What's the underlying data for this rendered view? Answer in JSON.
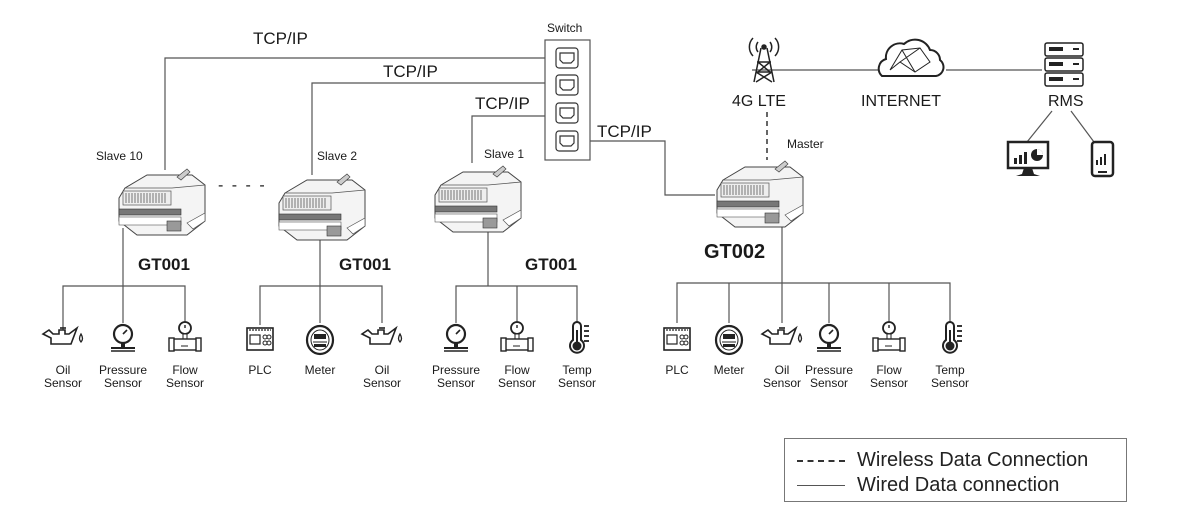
{
  "diagram": {
    "switch": {
      "label": "Switch",
      "ports": 4
    },
    "links": {
      "slave10_link": "TCP/IP",
      "slave2_link": "TCP/IP",
      "slave1_link": "TCP/IP",
      "master_link": "TCP/IP"
    },
    "ellipsis": "- - - -",
    "slaves": [
      {
        "name": "Slave 10",
        "model": "GT001",
        "sensors": [
          {
            "line1": "Oil",
            "line2": "Sensor",
            "icon": "oil-can-icon"
          },
          {
            "line1": "Pressure",
            "line2": "Sensor",
            "icon": "pressure-gauge-icon"
          },
          {
            "line1": "Flow",
            "line2": "Sensor",
            "icon": "flow-meter-icon"
          }
        ]
      },
      {
        "name": "Slave 2",
        "model": "GT001",
        "sensors": [
          {
            "line1": "PLC",
            "line2": "",
            "icon": "plc-icon"
          },
          {
            "line1": "Meter",
            "line2": "",
            "icon": "meter-icon"
          },
          {
            "line1": "Oil",
            "line2": "Sensor",
            "icon": "oil-can-icon"
          }
        ]
      },
      {
        "name": "Slave 1",
        "model": "GT001",
        "sensors": [
          {
            "line1": "Pressure",
            "line2": "Sensor",
            "icon": "pressure-gauge-icon"
          },
          {
            "line1": "Flow",
            "line2": "Sensor",
            "icon": "flow-meter-icon"
          },
          {
            "line1": "Temp",
            "line2": "Sensor",
            "icon": "thermometer-icon"
          }
        ]
      }
    ],
    "master": {
      "name": "Master",
      "model": "GT002",
      "sensors": [
        {
          "line1": "PLC",
          "line2": "",
          "icon": "plc-icon"
        },
        {
          "line1": "Meter",
          "line2": "",
          "icon": "meter-icon"
        },
        {
          "line1": "Oil",
          "line2": "Sensor",
          "icon": "oil-can-icon"
        },
        {
          "line1": "Pressure",
          "line2": "Sensor",
          "icon": "pressure-gauge-icon"
        },
        {
          "line1": "Flow",
          "line2": "Sensor",
          "icon": "flow-meter-icon"
        },
        {
          "line1": "Temp",
          "line2": "Sensor",
          "icon": "thermometer-icon"
        }
      ]
    },
    "cloud_chain": {
      "tower": "4G LTE",
      "internet": "INTERNET",
      "server": "RMS",
      "clients": [
        "desktop-dashboard-icon",
        "mobile-dashboard-icon"
      ]
    }
  },
  "legend": {
    "wireless": "Wireless Data Connection",
    "wired": "Wired Data connection"
  }
}
